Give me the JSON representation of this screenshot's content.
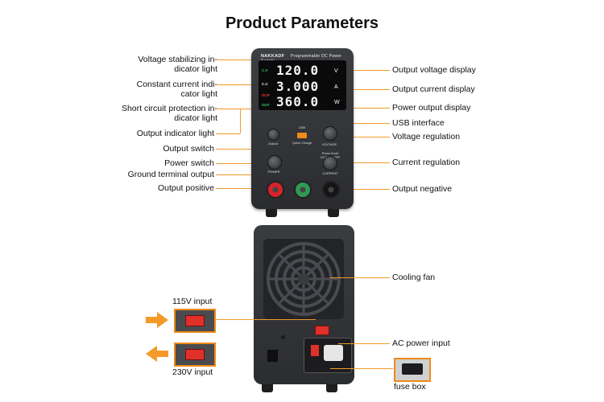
{
  "title": "Product Parameters",
  "front_panel": {
    "brand": "NAKKADF",
    "model_text": "Programmable DC Power Supply",
    "displays": [
      {
        "value": "120.0",
        "unit": "V"
      },
      {
        "value": "3.000",
        "unit": "A"
      },
      {
        "value": "360.0",
        "unit": "W"
      }
    ],
    "indicators": [
      {
        "text": "C.V",
        "color": "#3ad36a"
      },
      {
        "text": "C.C",
        "color": "#f2f2f2"
      },
      {
        "text": "OCP",
        "color": "#ff3333"
      },
      {
        "text": "OUT",
        "color": "#3ad36a"
      }
    ],
    "usb_label": "USB",
    "usb_sub": "Quick Charge",
    "output_label": "Output",
    "voltage_label": "VOLTAGE",
    "power_label": "POWER",
    "current_label": "CURRENT",
    "current_note": "Press Knob OCP ON/OFF"
  },
  "labels_left": [
    "Voltage stabilizing in-\ndicator light",
    "Constant current indi-\ncator light",
    "Short circuit protection in-\ndicator light",
    "Output indicator light",
    "Output switch",
    "Power switch",
    "Ground terminal output",
    "Output positive"
  ],
  "labels_right": [
    "Output voltage display",
    "Output current display",
    "Power output display",
    "USB interface",
    "Voltage regulation",
    "Current regulation",
    "Output negative"
  ],
  "rear_labels": {
    "cooling_fan": "Cooling fan",
    "ac_input": "AC power input",
    "fuse_box": "fuse box",
    "v115": "115V input",
    "v230": "230V input"
  },
  "colors": {
    "accent": "#f39a2a",
    "body": "#333438",
    "terminal_red": "#d8232a",
    "terminal_green": "#2f9a55"
  }
}
